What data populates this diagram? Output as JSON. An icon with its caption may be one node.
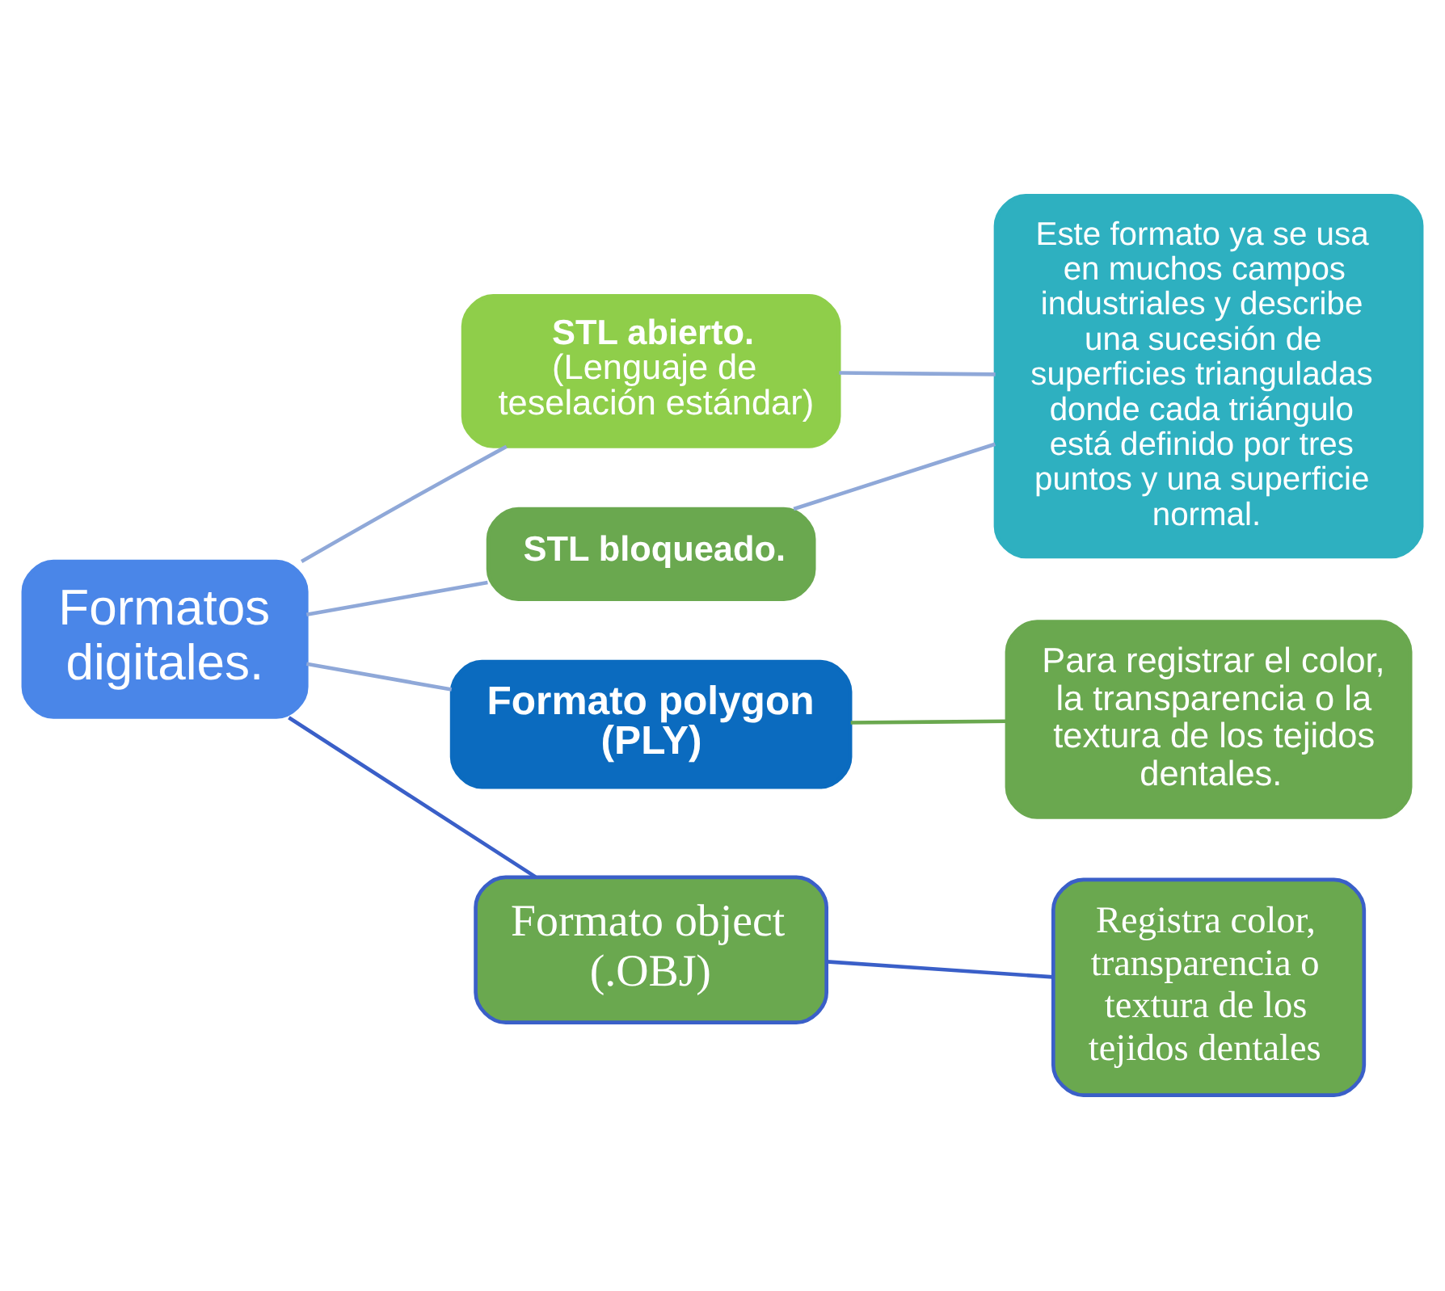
{
  "diagram": {
    "nodes": [
      {
        "text": [
          "Formatos digitales."
        ]
      },
      {
        "text": [
          "STL abierto.",
          "(Lenguaje de teselación estándar)"
        ]
      },
      {
        "text": [
          "STL bloqueado."
        ]
      },
      {
        "text": [
          "Formato polygon (PLY)"
        ]
      },
      {
        "text": [
          "Formato object (.OBJ)"
        ]
      },
      {
        "text": [
          "Este formato ya se usa en muchos campos industriales y describe una sucesión de superficies trianguladas donde cada triángulo está definido por tres puntos y una superficie normal."
        ]
      },
      {
        "text": [
          "Para registrar el color, la transparencia o la textura de los tejidos dentales."
        ]
      },
      {
        "text": [
          "Registra color, transparencia o textura de los tejidos dentales"
        ]
      }
    ],
    "edges": [
      {
        "from": 0,
        "to": 1,
        "arrow": "none"
      },
      {
        "from": 0,
        "to": 2,
        "arrow": "none"
      },
      {
        "from": 0,
        "to": 3,
        "arrow": "none"
      },
      {
        "from": 0,
        "to": 4,
        "arrow": "none",
        "color": "#3a5fc8"
      },
      {
        "from": 1,
        "to": 5,
        "arrow": "none"
      },
      {
        "from": 2,
        "to": 5,
        "arrow": "none"
      },
      {
        "from": 3,
        "to": 6,
        "arrow": "none",
        "color": "#6aa84f"
      },
      {
        "from": 4,
        "to": 7,
        "arrow": "none",
        "color": "#3a5fc8"
      }
    ]
  }
}
